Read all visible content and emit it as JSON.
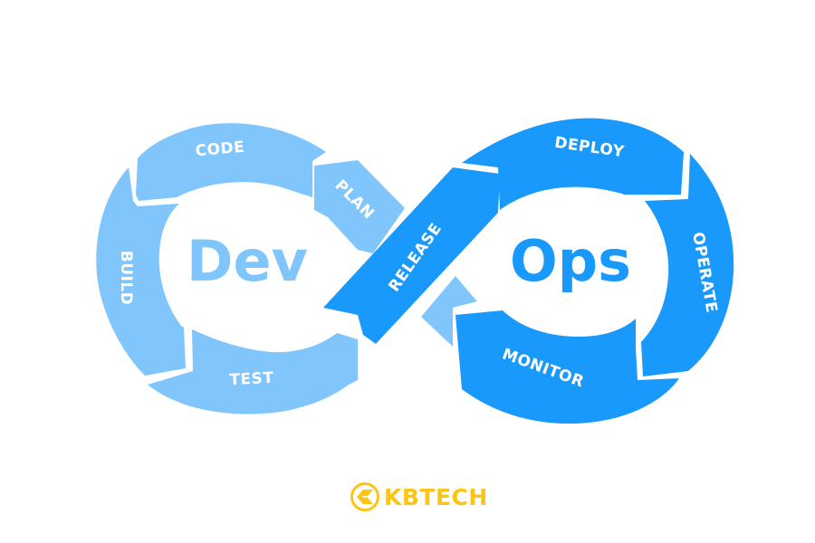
{
  "diagram": {
    "title_left": "Dev",
    "title_right": "Ops",
    "colors": {
      "dev_light_blue": "#80c6fc",
      "ops_blue": "#1899fb",
      "background": "#ffffff",
      "brand_yellow": "#fbc514"
    },
    "dev_stages": [
      {
        "label": "PLAN"
      },
      {
        "label": "CODE"
      },
      {
        "label": "BUILD"
      },
      {
        "label": "TEST"
      }
    ],
    "bridge_stage": {
      "label": "RELEASE"
    },
    "ops_stages": [
      {
        "label": "DEPLOY"
      },
      {
        "label": "OPERATE"
      },
      {
        "label": "MONITOR"
      }
    ]
  },
  "brand": {
    "name": "KBTECH",
    "icon": "kbtech-logo-icon"
  }
}
